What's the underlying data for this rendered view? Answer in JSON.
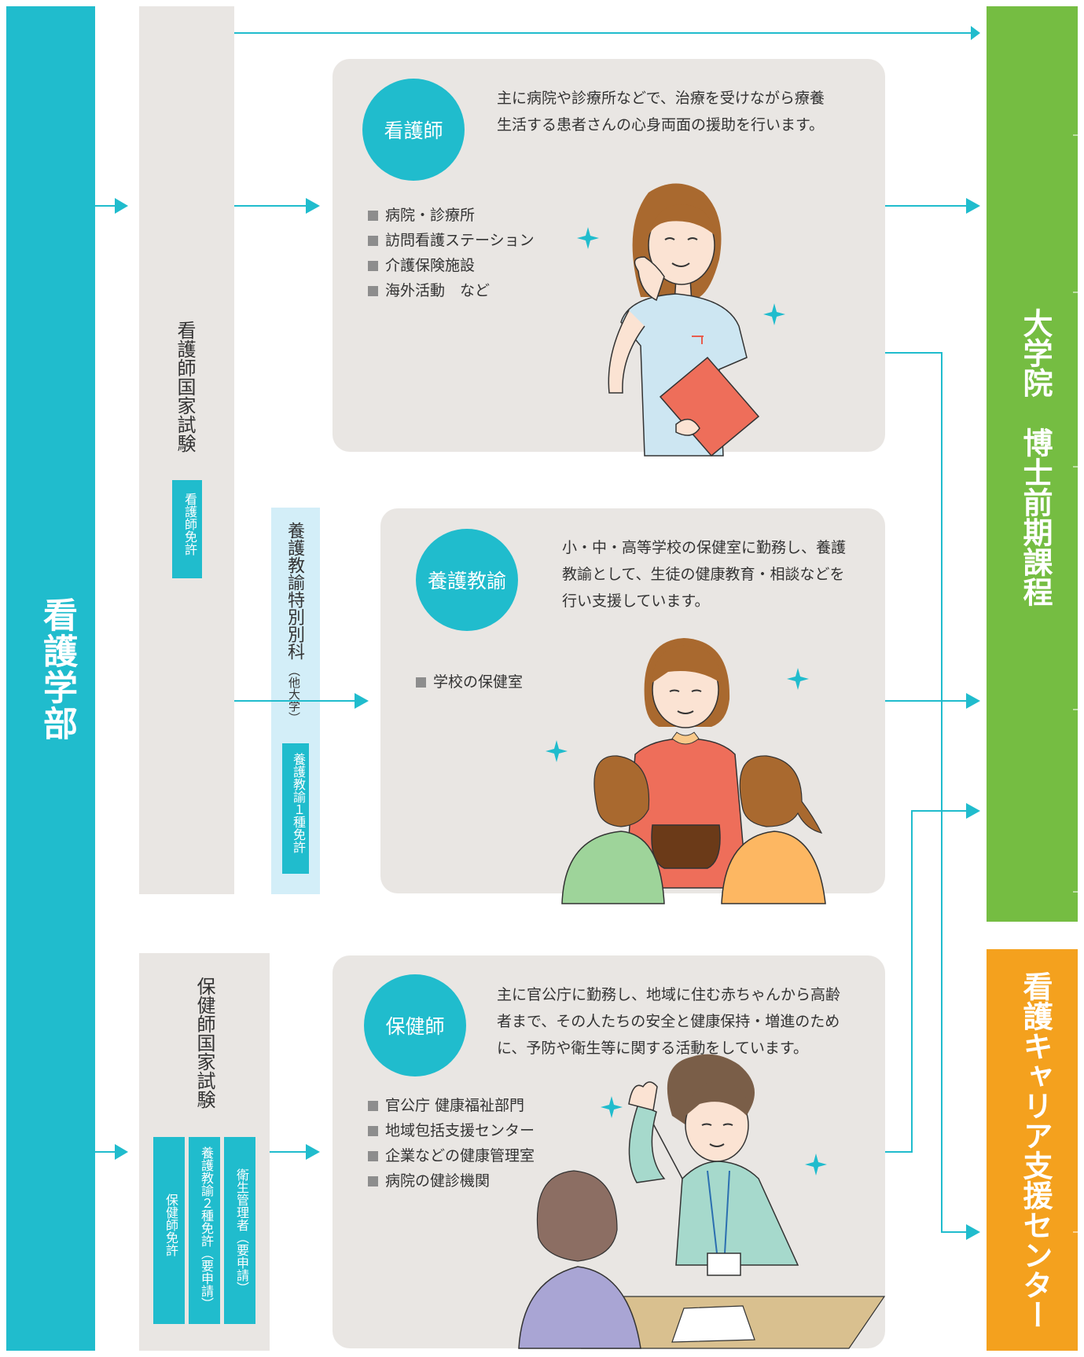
{
  "faculty": {
    "label": "看護学部"
  },
  "exams": {
    "nurse_exam": {
      "label": "看護師国家試験",
      "license": "看護師免許"
    },
    "yogo_course": {
      "label": "養護教諭特別別科",
      "note": "（他大学）",
      "license": "養護教諭１種免許"
    },
    "phn_exam": {
      "label": "保健師国家試験",
      "licenses": [
        "保健師免許",
        "養護教諭２種免許（要申請）",
        "衛生管理者（要申請）"
      ]
    }
  },
  "careers": [
    {
      "title": "看護師",
      "description": [
        "主に病院や診療所などで、治療を受けながら療養",
        "生活する患者さんの心身両面の援助を行います。"
      ],
      "workplaces": [
        "病院・診療所",
        "訪問看護ステーション",
        "介護保険施設",
        "海外活動　など"
      ]
    },
    {
      "title": "養護教諭",
      "description": [
        "小・中・高等学校の保健室に勤務し、養護",
        "教諭として、生徒の健康教育・相談などを",
        "行い支援しています。"
      ],
      "workplaces": [
        "学校の保健室"
      ]
    },
    {
      "title": "保健師",
      "description": [
        "主に官公庁に勤務し、地域に住む赤ちゃんから高齢",
        "者まで、その人たちの安全と健康保持・増進のため",
        "に、予防や衛生等に関する活動をしています。"
      ],
      "workplaces": [
        "官公庁 健康福祉部門",
        "地域包括支援センター",
        "企業などの健康管理室",
        "病院の健診機関"
      ]
    }
  ],
  "destinations": {
    "graduate": "大学院　博士前期課程",
    "career_center": "看護キャリア支援センター"
  },
  "colors": {
    "teal": "#20BCCD",
    "green": "#75BD42",
    "orange": "#F4A11E",
    "card": "#E9E6E3",
    "light_blue": "#D3EEF8"
  }
}
